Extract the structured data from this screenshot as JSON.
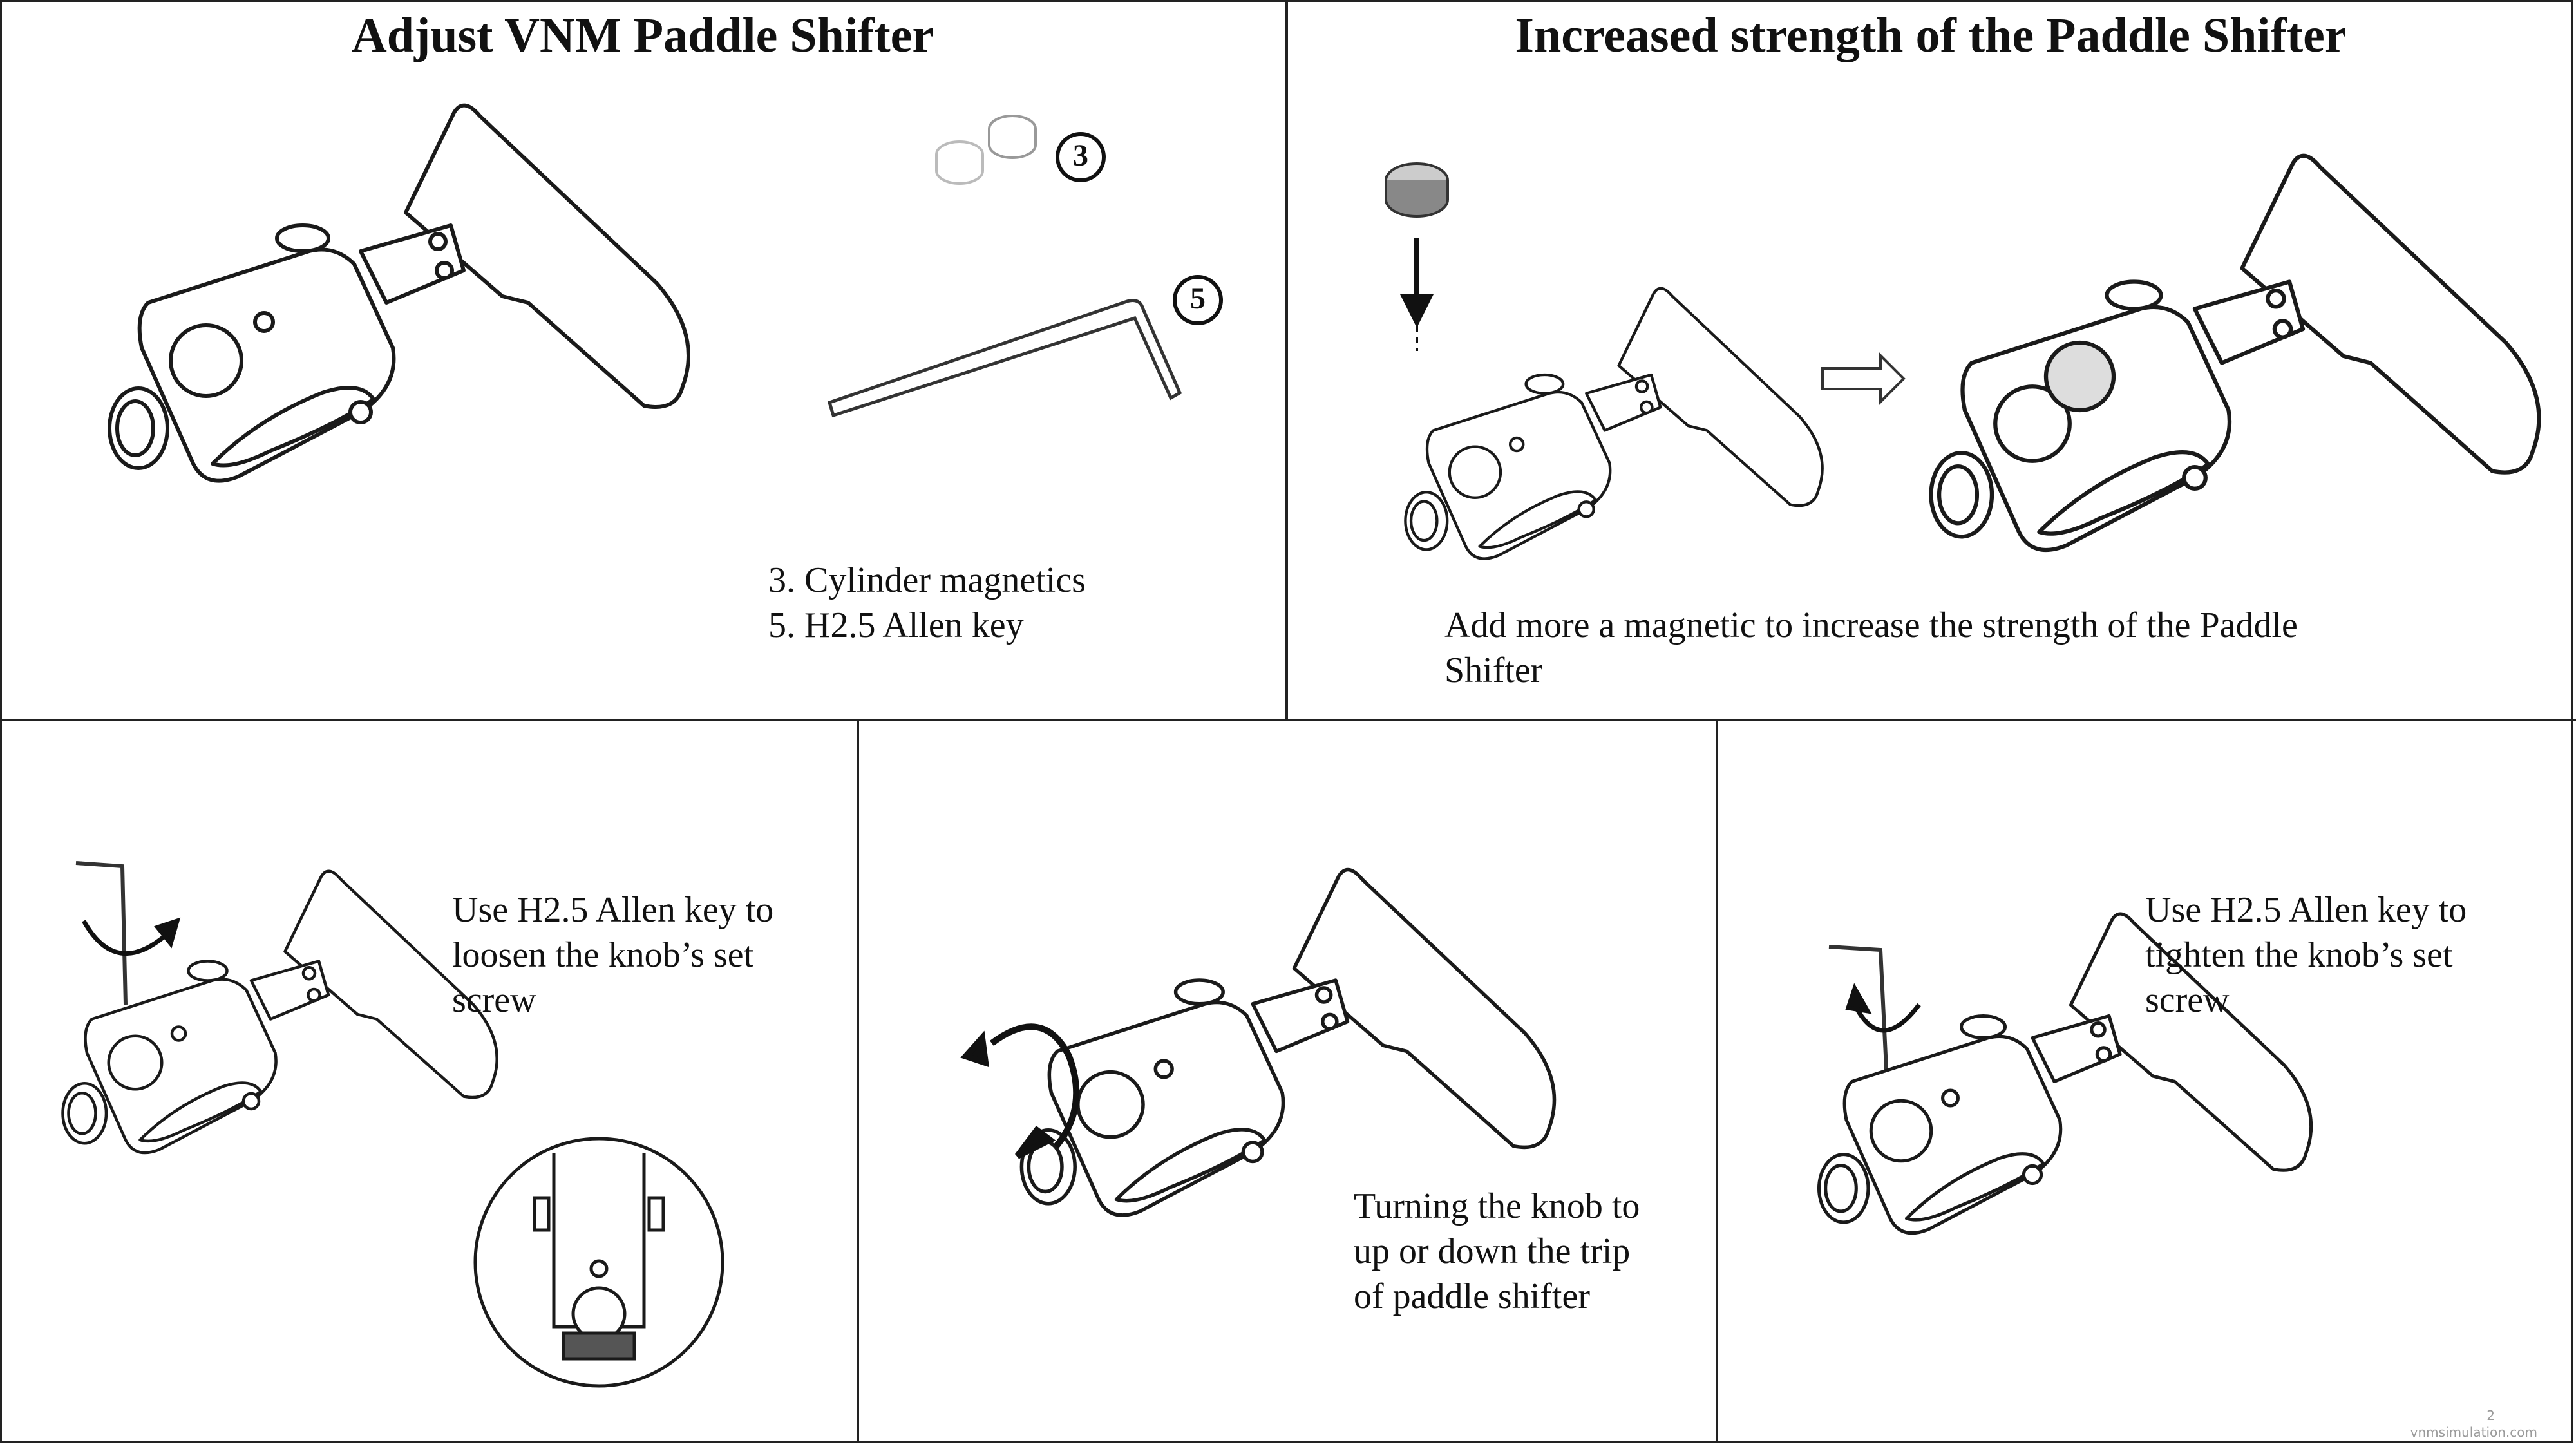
{
  "panels": {
    "top_left": {
      "title": "Adjust VNM Paddle Shifter",
      "callout_3": "3",
      "callout_5": "5",
      "parts_list": [
        "3. Cylinder magnetics",
        "5. H2.5 Allen key"
      ]
    },
    "top_right": {
      "title": "Increased strength of the Paddle Shifter",
      "description": "Add more a magnetic to increase the strength of the Paddle\nShifter"
    },
    "bottom_left": {
      "instruction": "Use H2.5 Allen key  to\nloosen the knob’s set\nscrew"
    },
    "bottom_middle": {
      "instruction": "Turning the knob to\nup or down the trip\nof paddle shifter"
    },
    "bottom_right": {
      "instruction": "Use H2.5 Allen key  to\ntighten the knob’s set\nscrew"
    }
  },
  "footer": {
    "page_number": "2",
    "site": "vnmsimulation.com"
  },
  "icons": [
    "paddle-shifter-illustration",
    "magnet-icon",
    "allen-key-icon",
    "arrow-down-icon",
    "arrow-right-icon",
    "rotate-arrow-icon"
  ]
}
